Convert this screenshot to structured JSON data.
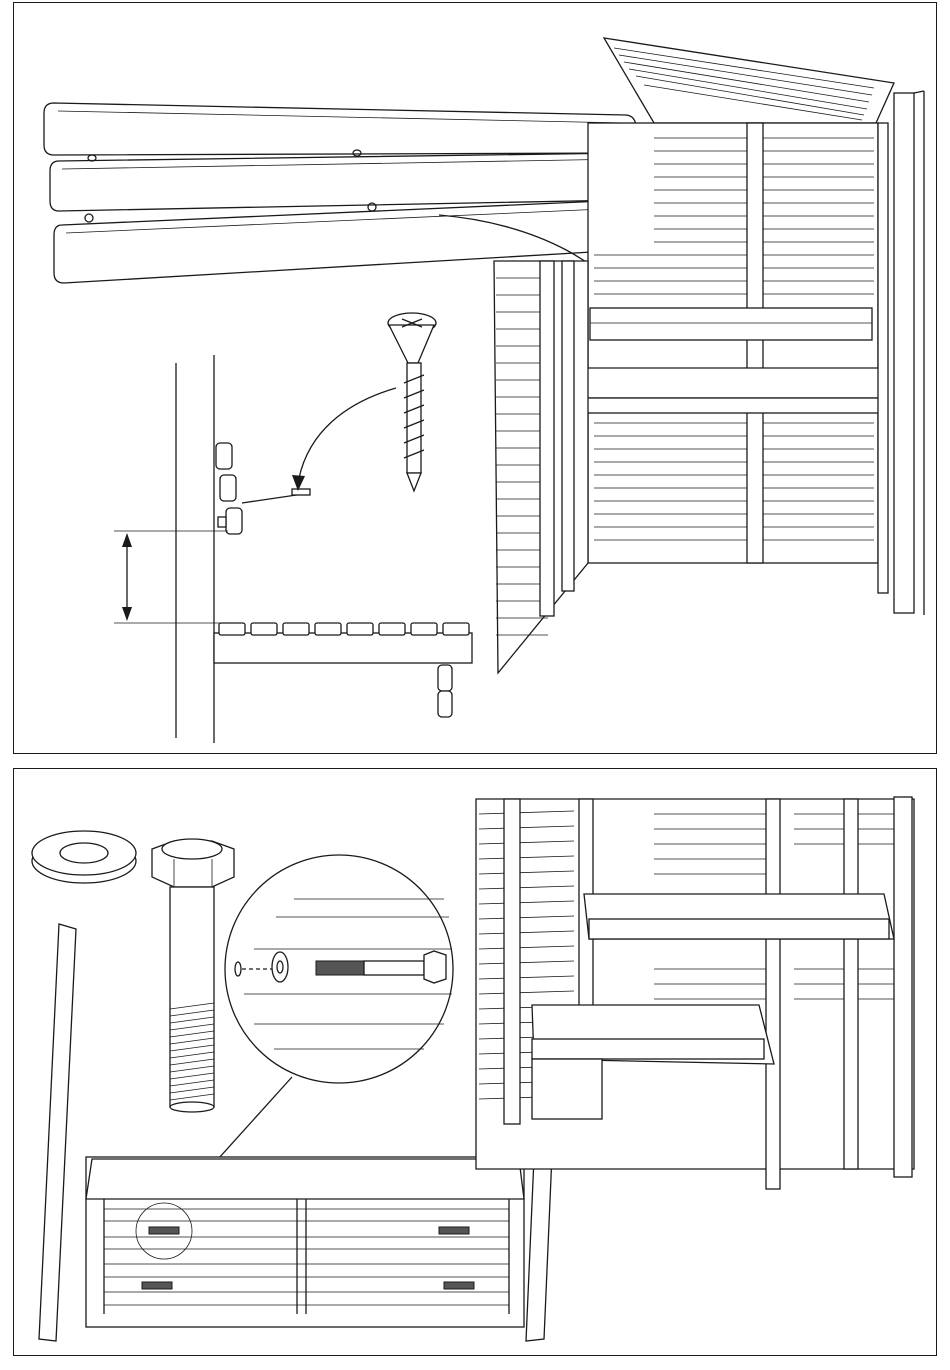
{
  "document": {
    "type": "assembly-instruction-sheet",
    "text_labels": []
  },
  "top_step": {
    "parts": [
      "backrest-boards",
      "wood-screw"
    ],
    "icons": [
      "arrow-curved",
      "dimension-arrow"
    ]
  },
  "bottom_step": {
    "parts": [
      "washer",
      "hex-bolt",
      "bench-frame"
    ],
    "icons": [
      "magnify-circle"
    ]
  }
}
